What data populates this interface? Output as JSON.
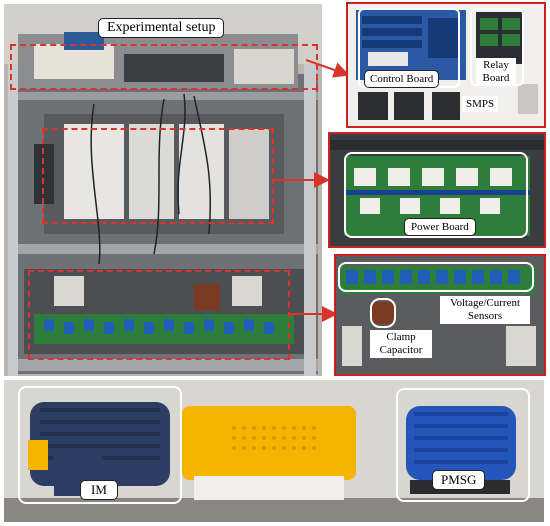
{
  "labels": {
    "experimental_setup": "Experimental setup",
    "control_board": "Control Board",
    "relay_board": "Relay Board",
    "smps": "SMPS",
    "power_board": "Power Board",
    "voltage_current_sensors": "Voltage/Current Sensors",
    "clamp_capacitor": "Clamp Capacitor",
    "im": "IM",
    "pmsg": "PMSG"
  },
  "colors": {
    "highlight_red": "#d8342c",
    "pcb_green": "#2e7d3a",
    "motor_im_blue": "#2c3e63",
    "motor_pmsg_blue": "#2356b8",
    "coupling_yellow": "#f4b400"
  }
}
